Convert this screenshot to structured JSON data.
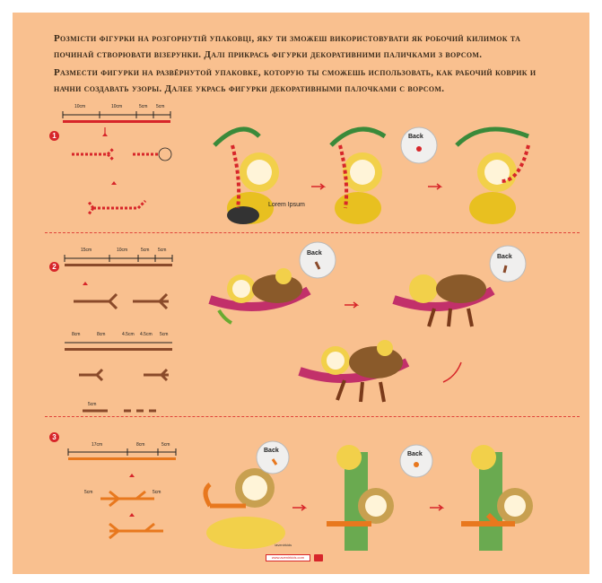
{
  "instructions": {
    "uk": "Розмісти фігурки на розгорнутій упаковці, яку ти зможеш використовувати як робочий килимок та починай створювати візерунки. Далі прикрась фігурки декоративними паличками з ворсом.",
    "ru": "Размести фигурки на развёрнутой упаковке, которую ты сможешь использовать, как рабочий коврик и начни создавать узоры. Далее укрась фигурки декоративными палочками с ворсом."
  },
  "steps": [
    {
      "number": "1",
      "measures": [
        "10cm\n(3.9\")",
        "10cm\n(3.9\")",
        "5cm\n(2\")",
        "5cm\n(2\")"
      ],
      "back_label": "Back",
      "caption": "Lorem Ipsum"
    },
    {
      "number": "2",
      "measures_a": [
        "15cm\n(5.9\")",
        "10cm\n(3.9\")",
        "5cm\n(2\")",
        "5cm\n(2\")"
      ],
      "measures_b": [
        "8cm\n(3.1\")",
        "8cm\n(3.1\")",
        "4.5cm\n(1.8\")",
        "4.5cm\n(1.8\")",
        "5cm\n(2\")"
      ],
      "measure_c": "5cm\n(2\")",
      "back_label": "Back"
    },
    {
      "number": "3",
      "measures": [
        "17cm\n(6.7\")",
        "8cm\n(3.1\")",
        "5cm\n(2\")"
      ],
      "side_measures": [
        "5cm\n(2\")",
        "5cm\n(2\")"
      ],
      "back_label": "Back"
    }
  ],
  "footer": {
    "social": "/avenirkids",
    "url": "www.avenirkids.com"
  },
  "colors": {
    "background": "#f9c08f",
    "accent": "#d7262a",
    "text": "#3a2a1a"
  }
}
